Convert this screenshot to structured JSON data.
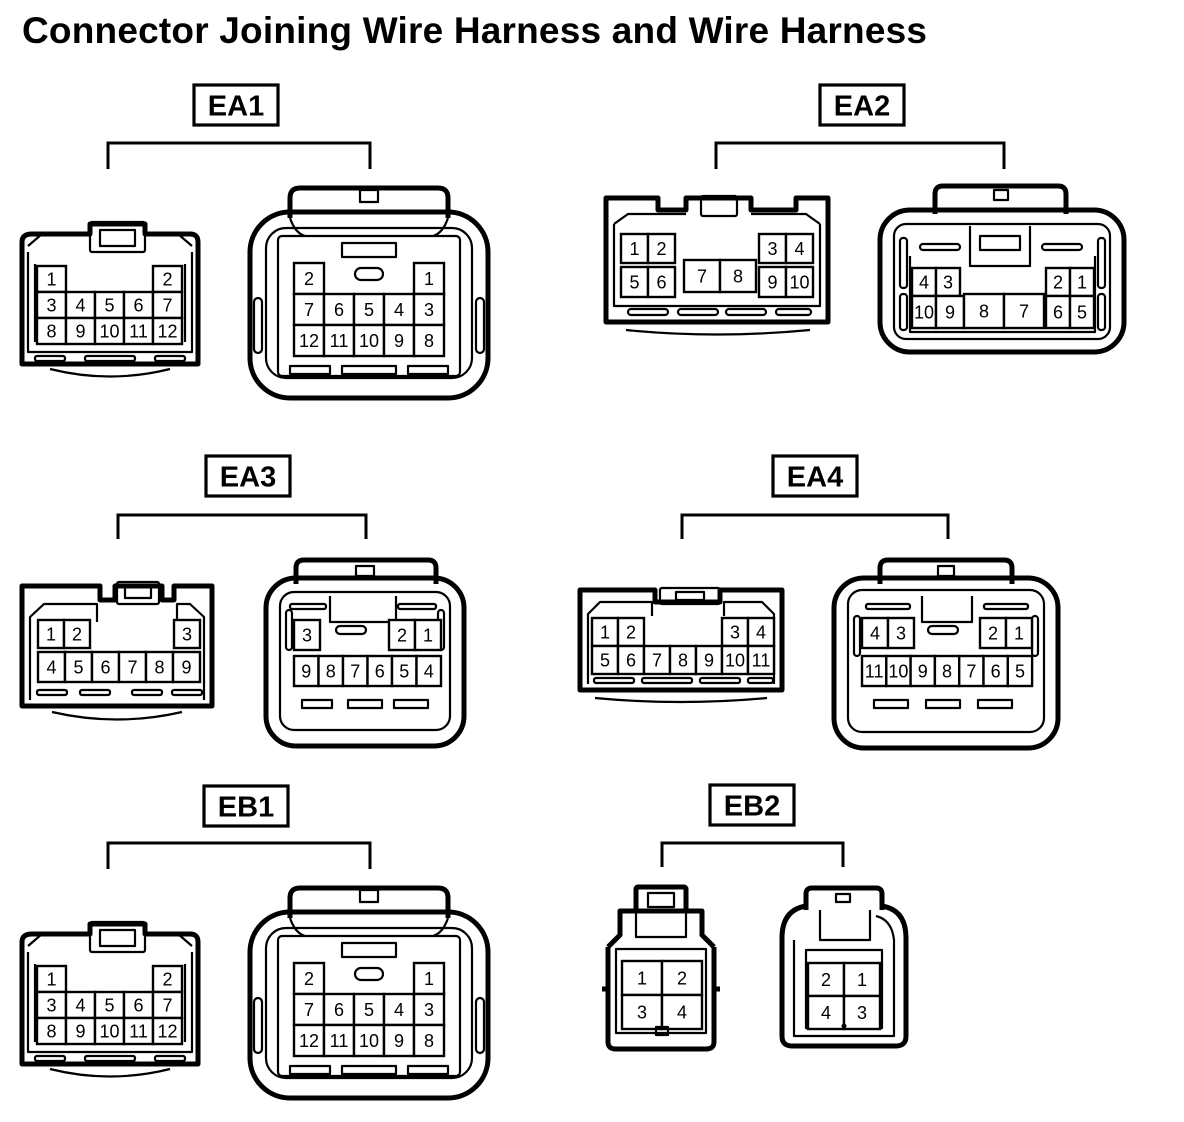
{
  "title": "Connector Joining Wire Harness and Wire Harness",
  "connectors": [
    {
      "label": "EA1",
      "left": {
        "rows": [
          [
            "1",
            "",
            "",
            "",
            "2"
          ],
          [
            "3",
            "4",
            "5",
            "6",
            "7"
          ],
          [
            "8",
            "9",
            "10",
            "11",
            "12"
          ]
        ]
      },
      "right": {
        "rows": [
          [
            "2",
            "",
            "",
            "",
            "1"
          ],
          [
            "7",
            "6",
            "5",
            "4",
            "3"
          ],
          [
            "12",
            "11",
            "10",
            "9",
            "8"
          ]
        ]
      }
    },
    {
      "label": "EA2",
      "left": {
        "pins": [
          "1",
          "2",
          "3",
          "4",
          "5",
          "6",
          "7",
          "8",
          "9",
          "10"
        ]
      },
      "right": {
        "pins": [
          "4",
          "3",
          "2",
          "1",
          "10",
          "9",
          "8",
          "7",
          "6",
          "5"
        ]
      }
    },
    {
      "label": "EA3",
      "left": {
        "pins": [
          "1",
          "2",
          "3",
          "4",
          "5",
          "6",
          "7",
          "8",
          "9"
        ]
      },
      "right": {
        "pins": [
          "3",
          "2",
          "1",
          "9",
          "8",
          "7",
          "6",
          "5",
          "4"
        ]
      }
    },
    {
      "label": "EA4",
      "left": {
        "pins": [
          "1",
          "2",
          "3",
          "4",
          "5",
          "6",
          "7",
          "8",
          "9",
          "10",
          "11"
        ]
      },
      "right": {
        "pins": [
          "4",
          "3",
          "2",
          "1",
          "11",
          "10",
          "9",
          "8",
          "7",
          "6",
          "5"
        ]
      }
    },
    {
      "label": "EB1",
      "left": {
        "rows": [
          [
            "1",
            "",
            "",
            "",
            "2"
          ],
          [
            "3",
            "4",
            "5",
            "6",
            "7"
          ],
          [
            "8",
            "9",
            "10",
            "11",
            "12"
          ]
        ]
      },
      "right": {
        "rows": [
          [
            "2",
            "",
            "",
            "",
            "1"
          ],
          [
            "7",
            "6",
            "5",
            "4",
            "3"
          ],
          [
            "12",
            "11",
            "10",
            "9",
            "8"
          ]
        ]
      }
    },
    {
      "label": "EB2",
      "left": {
        "pins": [
          "1",
          "2",
          "3",
          "4"
        ]
      },
      "right": {
        "pins": [
          "2",
          "1",
          "4",
          "3"
        ]
      }
    }
  ]
}
